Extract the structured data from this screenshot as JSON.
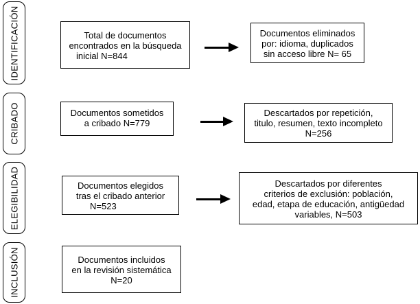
{
  "phases": {
    "identificacion": "IDENTIFICACIÓN",
    "cribado": "CRIBADO",
    "elegibilidad": "ELEGIBILIDAD",
    "inclusion": "INCLUSIÓN"
  },
  "boxes": {
    "identificacion_main": [
      "Total de documentos",
      "encontrados en la búsqueda",
      "inicial N=844"
    ],
    "identificacion_side": [
      "Documentos eliminados",
      "por: idioma, duplicados",
      "sin acceso libre N=  65"
    ],
    "cribado_main": [
      "Documentos sometidos",
      "a cribado N=779"
    ],
    "cribado_side": [
      "Descartados por repetición,",
      "titulo, resumen, texto incompleto",
      "N=256"
    ],
    "elegibilidad_main": [
      "Documentos elegidos",
      "tras el cribado anterior",
      "N=523"
    ],
    "elegibilidad_side": [
      "Descartados por diferentes",
      "criterios de exclusión: población,",
      "edad, etapa de educación, antigüedad",
      "variables, N=503"
    ],
    "inclusion_main": [
      "Documentos incluidos",
      "en la revisión sistemática",
      "N=20"
    ]
  }
}
